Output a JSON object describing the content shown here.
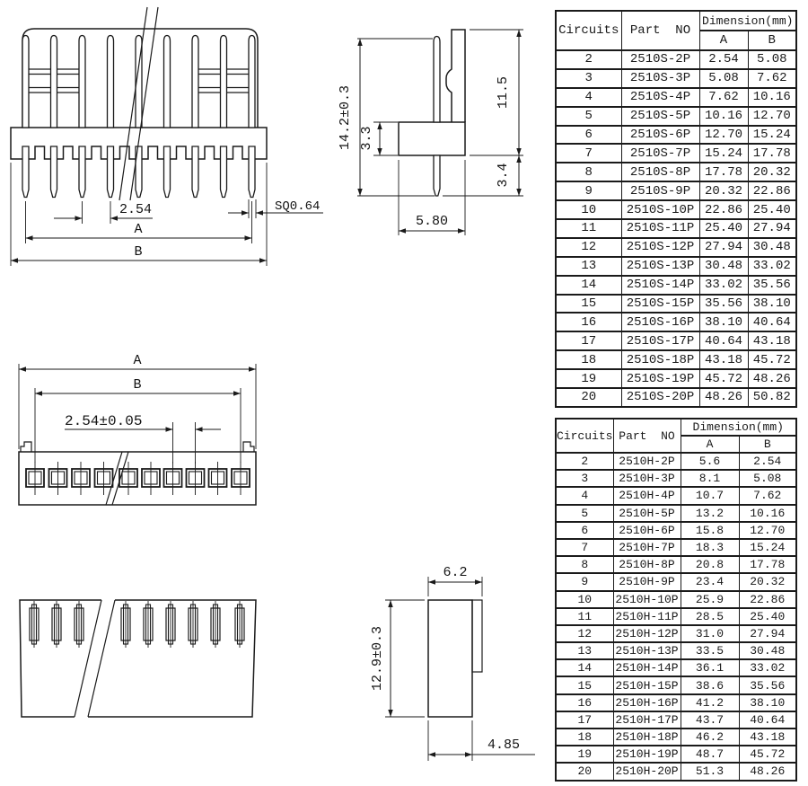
{
  "drawings": {
    "header_front": {
      "pitch": "2.54",
      "a": "A",
      "b": "B",
      "sq": "SQ0.64"
    },
    "header_side": {
      "total_height": "14.2±0.3",
      "base_height": "3.3",
      "upper_height": "11.5",
      "pin_below": "3.4",
      "base_width": "5.80"
    },
    "housing_front": {
      "a": "A",
      "b": "B",
      "pitch": "2.54±0.05"
    },
    "housing_side": {
      "top_width": "6.2",
      "height": "12.9±0.3",
      "bottom_width": "4.85"
    }
  },
  "tables": [
    {
      "headers": {
        "circuits": "Circuits",
        "part": "Part  NO",
        "dimension": "Dimension(mm)",
        "a": "A",
        "b": "B"
      },
      "rows": [
        [
          "2",
          "2510S-2P",
          "2.54",
          "5.08"
        ],
        [
          "3",
          "2510S-3P",
          "5.08",
          "7.62"
        ],
        [
          "4",
          "2510S-4P",
          "7.62",
          "10.16"
        ],
        [
          "5",
          "2510S-5P",
          "10.16",
          "12.70"
        ],
        [
          "6",
          "2510S-6P",
          "12.70",
          "15.24"
        ],
        [
          "7",
          "2510S-7P",
          "15.24",
          "17.78"
        ],
        [
          "8",
          "2510S-8P",
          "17.78",
          "20.32"
        ],
        [
          "9",
          "2510S-9P",
          "20.32",
          "22.86"
        ],
        [
          "10",
          "2510S-10P",
          "22.86",
          "25.40"
        ],
        [
          "11",
          "2510S-11P",
          "25.40",
          "27.94"
        ],
        [
          "12",
          "2510S-12P",
          "27.94",
          "30.48"
        ],
        [
          "13",
          "2510S-13P",
          "30.48",
          "33.02"
        ],
        [
          "14",
          "2510S-14P",
          "33.02",
          "35.56"
        ],
        [
          "15",
          "2510S-15P",
          "35.56",
          "38.10"
        ],
        [
          "16",
          "2510S-16P",
          "38.10",
          "40.64"
        ],
        [
          "17",
          "2510S-17P",
          "40.64",
          "43.18"
        ],
        [
          "18",
          "2510S-18P",
          "43.18",
          "45.72"
        ],
        [
          "19",
          "2510S-19P",
          "45.72",
          "48.26"
        ],
        [
          "20",
          "2510S-20P",
          "48.26",
          "50.82"
        ]
      ]
    },
    {
      "headers": {
        "circuits": "Circuits",
        "part": "Part  NO",
        "dimension": "Dimension(mm)",
        "a": "A",
        "b": "B"
      },
      "rows": [
        [
          "2",
          "2510H-2P",
          "5.6",
          "2.54"
        ],
        [
          "3",
          "2510H-3P",
          "8.1",
          "5.08"
        ],
        [
          "4",
          "2510H-4P",
          "10.7",
          "7.62"
        ],
        [
          "5",
          "2510H-5P",
          "13.2",
          "10.16"
        ],
        [
          "6",
          "2510H-6P",
          "15.8",
          "12.70"
        ],
        [
          "7",
          "2510H-7P",
          "18.3",
          "15.24"
        ],
        [
          "8",
          "2510H-8P",
          "20.8",
          "17.78"
        ],
        [
          "9",
          "2510H-9P",
          "23.4",
          "20.32"
        ],
        [
          "10",
          "2510H-10P",
          "25.9",
          "22.86"
        ],
        [
          "11",
          "2510H-11P",
          "28.5",
          "25.40"
        ],
        [
          "12",
          "2510H-12P",
          "31.0",
          "27.94"
        ],
        [
          "13",
          "2510H-13P",
          "33.5",
          "30.48"
        ],
        [
          "14",
          "2510H-14P",
          "36.1",
          "33.02"
        ],
        [
          "15",
          "2510H-15P",
          "38.6",
          "35.56"
        ],
        [
          "16",
          "2510H-16P",
          "41.2",
          "38.10"
        ],
        [
          "17",
          "2510H-17P",
          "43.7",
          "40.64"
        ],
        [
          "18",
          "2510H-18P",
          "46.2",
          "43.18"
        ],
        [
          "19",
          "2510H-19P",
          "48.7",
          "45.72"
        ],
        [
          "20",
          "2510H-20P",
          "51.3",
          "48.26"
        ]
      ]
    }
  ]
}
